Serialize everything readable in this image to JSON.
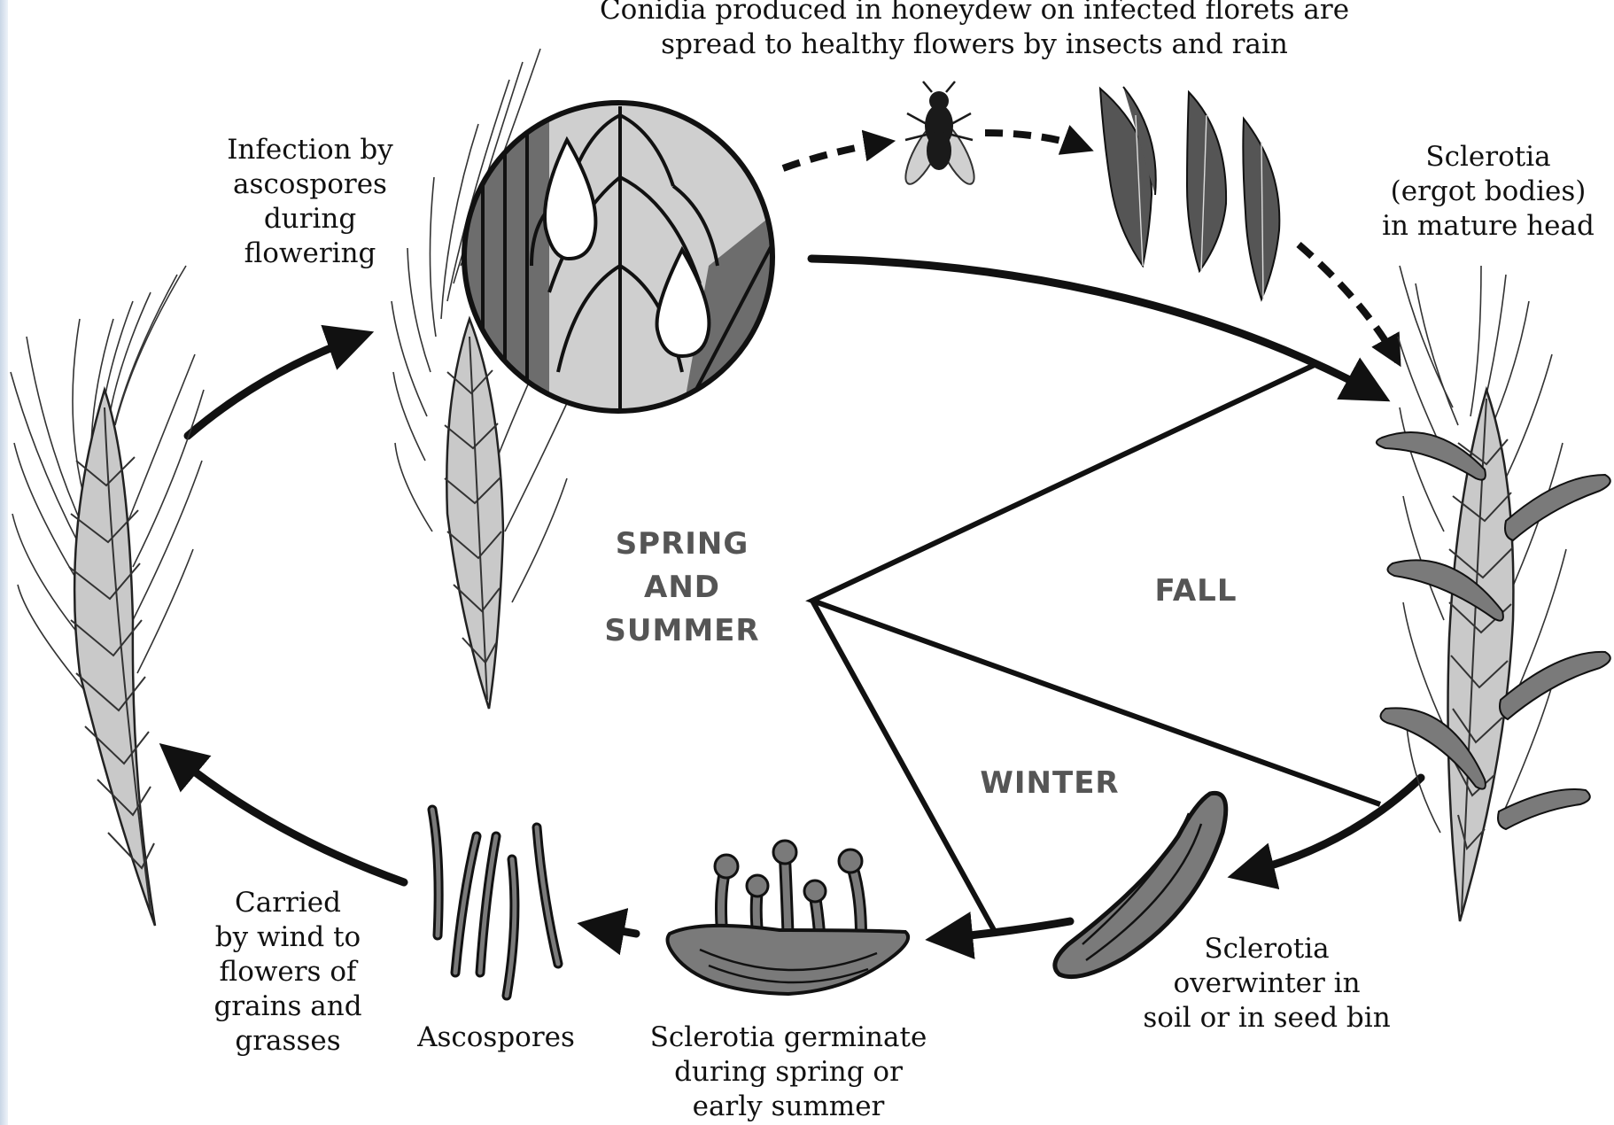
{
  "captions": {
    "conidia": [
      "Conidia produced in honeydew on infected florets are",
      "spread to healthy flowers by insects and rain"
    ],
    "infection": [
      "Infection by",
      "ascospores",
      "during",
      "flowering"
    ],
    "sclerotia_head": [
      "Sclerotia",
      "(ergot bodies)",
      "in mature head"
    ],
    "overwinter": [
      "Sclerotia",
      "overwinter in",
      "soil or in seed bin"
    ],
    "germinate": [
      "Sclerotia germinate",
      "during spring or",
      "early summer"
    ],
    "ascospores": [
      "Ascospores"
    ],
    "wind": [
      "Carried",
      "by wind to",
      "flowers of",
      "grains and",
      "grasses"
    ]
  },
  "seasons": {
    "spring_summer": [
      "SPRING",
      "AND",
      "SUMMER"
    ],
    "fall": [
      "FALL"
    ],
    "winter": [
      "WINTER"
    ]
  },
  "colors": {
    "ink": "#111111",
    "grain_fill": "#c9c9c9",
    "sclerotia_fill": "#7a7a7a",
    "magnified_bg": "#cfcfcf",
    "season_text": "#555555"
  },
  "icons": [
    "wheat-head-icon",
    "magnified-floret-icon",
    "fly-icon",
    "floret-icon",
    "sclerotium-icon",
    "stroma-icon",
    "ascospore-icon"
  ]
}
